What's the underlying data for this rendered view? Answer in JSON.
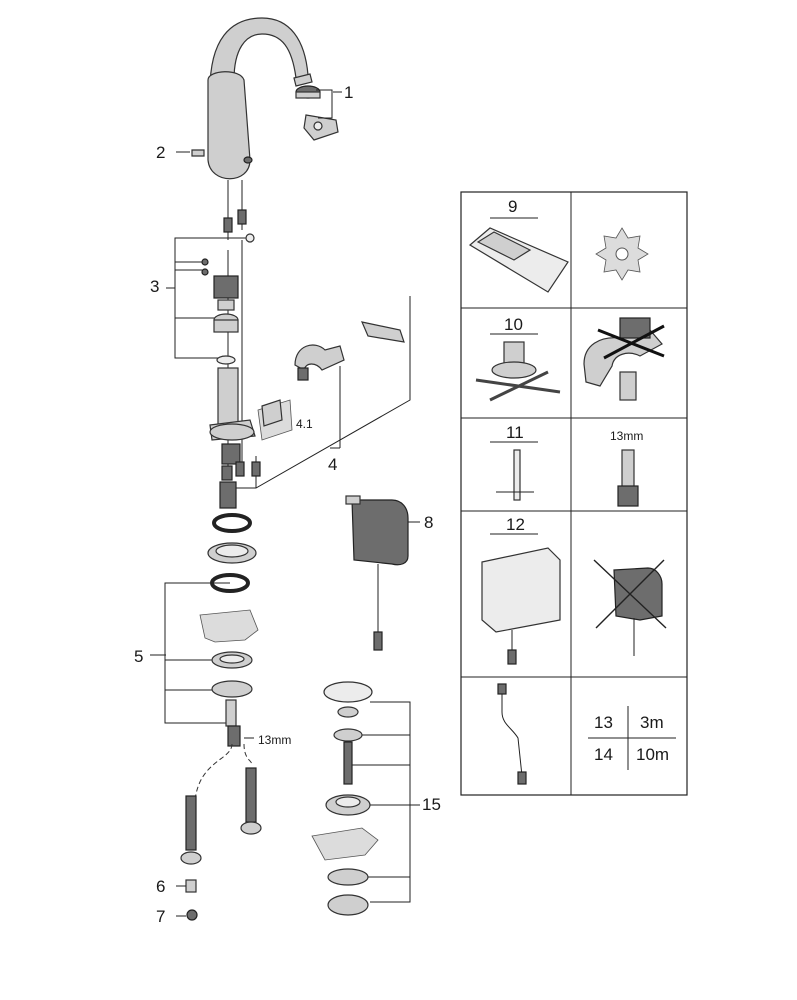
{
  "callouts": {
    "c1": "1",
    "c2": "2",
    "c3": "3",
    "c4": "4",
    "c4_1": "4.1",
    "c5": "5",
    "c6": "6",
    "c7": "7",
    "c8": "8",
    "c15": "15",
    "wrench_size": "13mm"
  },
  "panel": {
    "r9": "9",
    "r10": "10",
    "r11": "11",
    "r12": "12",
    "socket_size": "13mm",
    "cable_table": {
      "row1": {
        "code": "13",
        "length": "3m"
      },
      "row2": {
        "code": "14",
        "length": "10m"
      }
    }
  }
}
